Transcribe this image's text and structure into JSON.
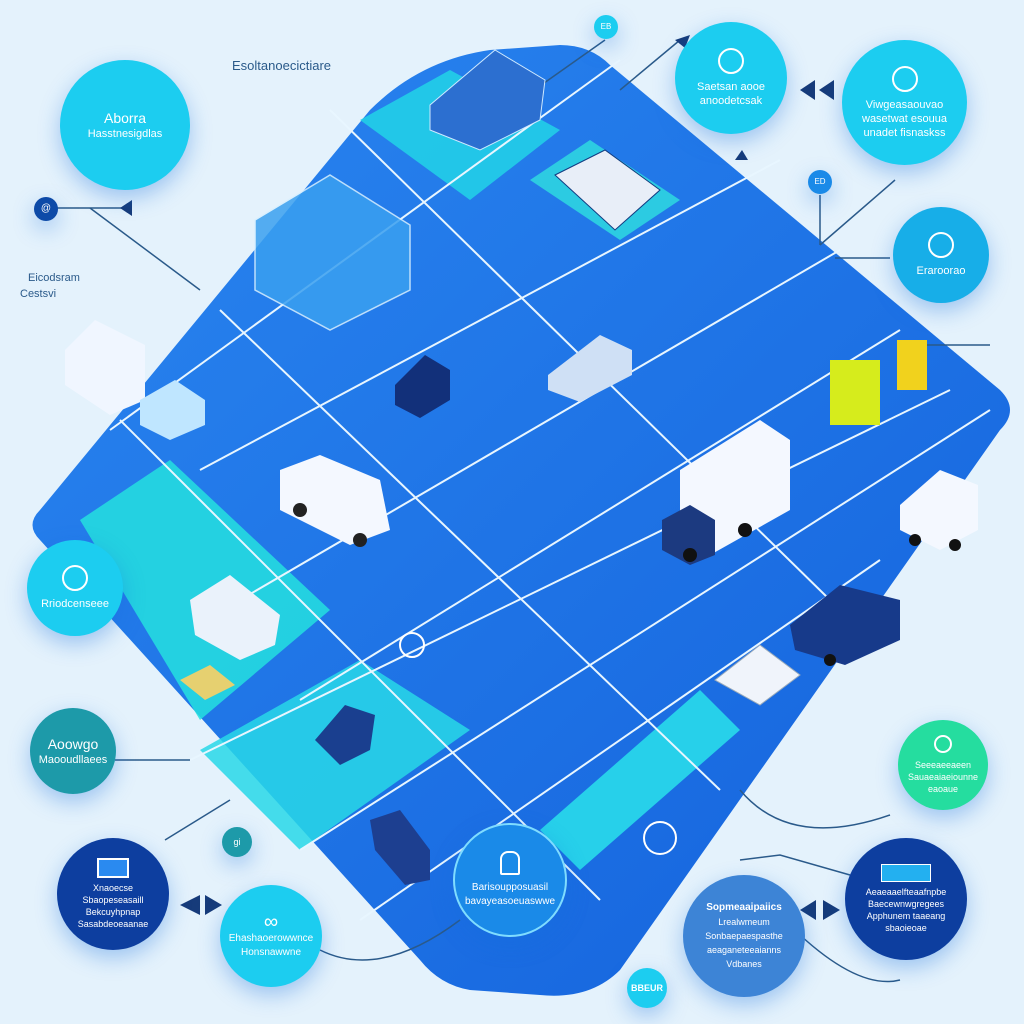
{
  "title": "Esoltanoecictiare",
  "side_label": [
    "Eicodsram",
    "Cestsvi"
  ],
  "nodes": {
    "top_left": {
      "title": "Aborra",
      "text": "Hasstnesigdlas"
    },
    "top_center": {
      "lines": [
        "Saetsan aooe",
        "anoodetcsak"
      ]
    },
    "top_right": {
      "lines": [
        "Viwgeasaouvao",
        "wasetwat esouua",
        "unadet fisnaskss"
      ]
    },
    "right": {
      "text": "Eraroorao"
    },
    "left_mid": {
      "text": "Rriodcenseee"
    },
    "left_low": {
      "title": "Aoowgo",
      "text": "Maooudllaees"
    },
    "bottom_left_dark": {
      "lines": [
        "Xnaoecse",
        "Sbaopeseasaill",
        "Bekcuyhpnap",
        "Sasabdeoeaanae"
      ]
    },
    "bottom_left_cyan": {
      "lines": [
        "Ehashaoerowwnce",
        "Honsnawwne"
      ]
    },
    "bottom_center": {
      "lines": [
        "Barisoupposuasil",
        "bavayeasoeuaswwe"
      ]
    },
    "bottom_right_mid": {
      "lines": [
        "Sopmeaaipaiics",
        "Lrealwmeum",
        "Sonbaepaespasthe",
        "aeaganeteeaianns",
        "Vdbanes"
      ]
    },
    "bottom_right_dark": {
      "lines": [
        "Aeaeaaelfteaafnpbe",
        "Baecewnwgregees",
        "Apphunem taaeang",
        "sbaoieoae"
      ]
    },
    "right_low": {
      "lines": [
        "Seeeaeeaeen",
        "Sauaeaiaeiounne",
        "eaoaue"
      ]
    }
  },
  "small_badges": {
    "top": "EB",
    "right": "ED",
    "left": "@",
    "bottom_left": "gi",
    "bottom": "BBEUR"
  },
  "colors": {
    "background": "#e4f2fc",
    "platform": "#1f73e6",
    "cyan": "#1ccdf0",
    "teal": "#1d9aa9",
    "navy": "#0d3e9f",
    "green": "#25dd9f"
  }
}
